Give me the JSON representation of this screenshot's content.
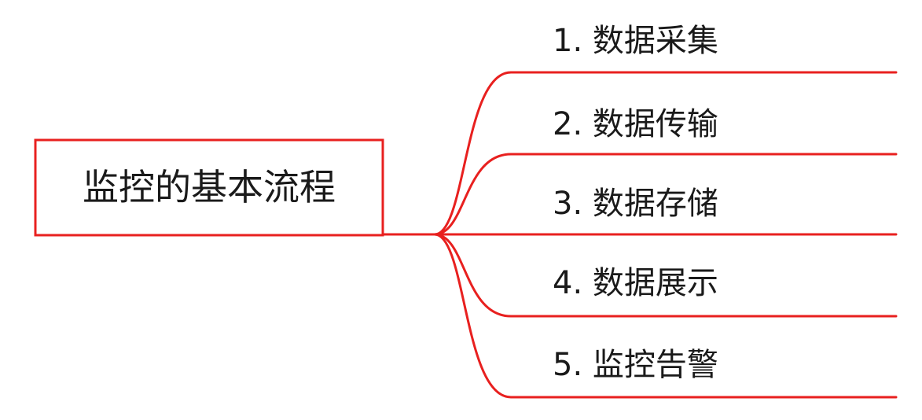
{
  "diagram": {
    "type": "mindmap",
    "line_color": "#e8201f",
    "text_color": "#1a1a1a",
    "root": {
      "label": "监控的基本流程"
    },
    "branches": [
      {
        "label": "1.  数据采集"
      },
      {
        "label": "2.  数据传输"
      },
      {
        "label": "3.  数据存储"
      },
      {
        "label": "4.  数据展示"
      },
      {
        "label": "5.  监控告警"
      }
    ]
  }
}
